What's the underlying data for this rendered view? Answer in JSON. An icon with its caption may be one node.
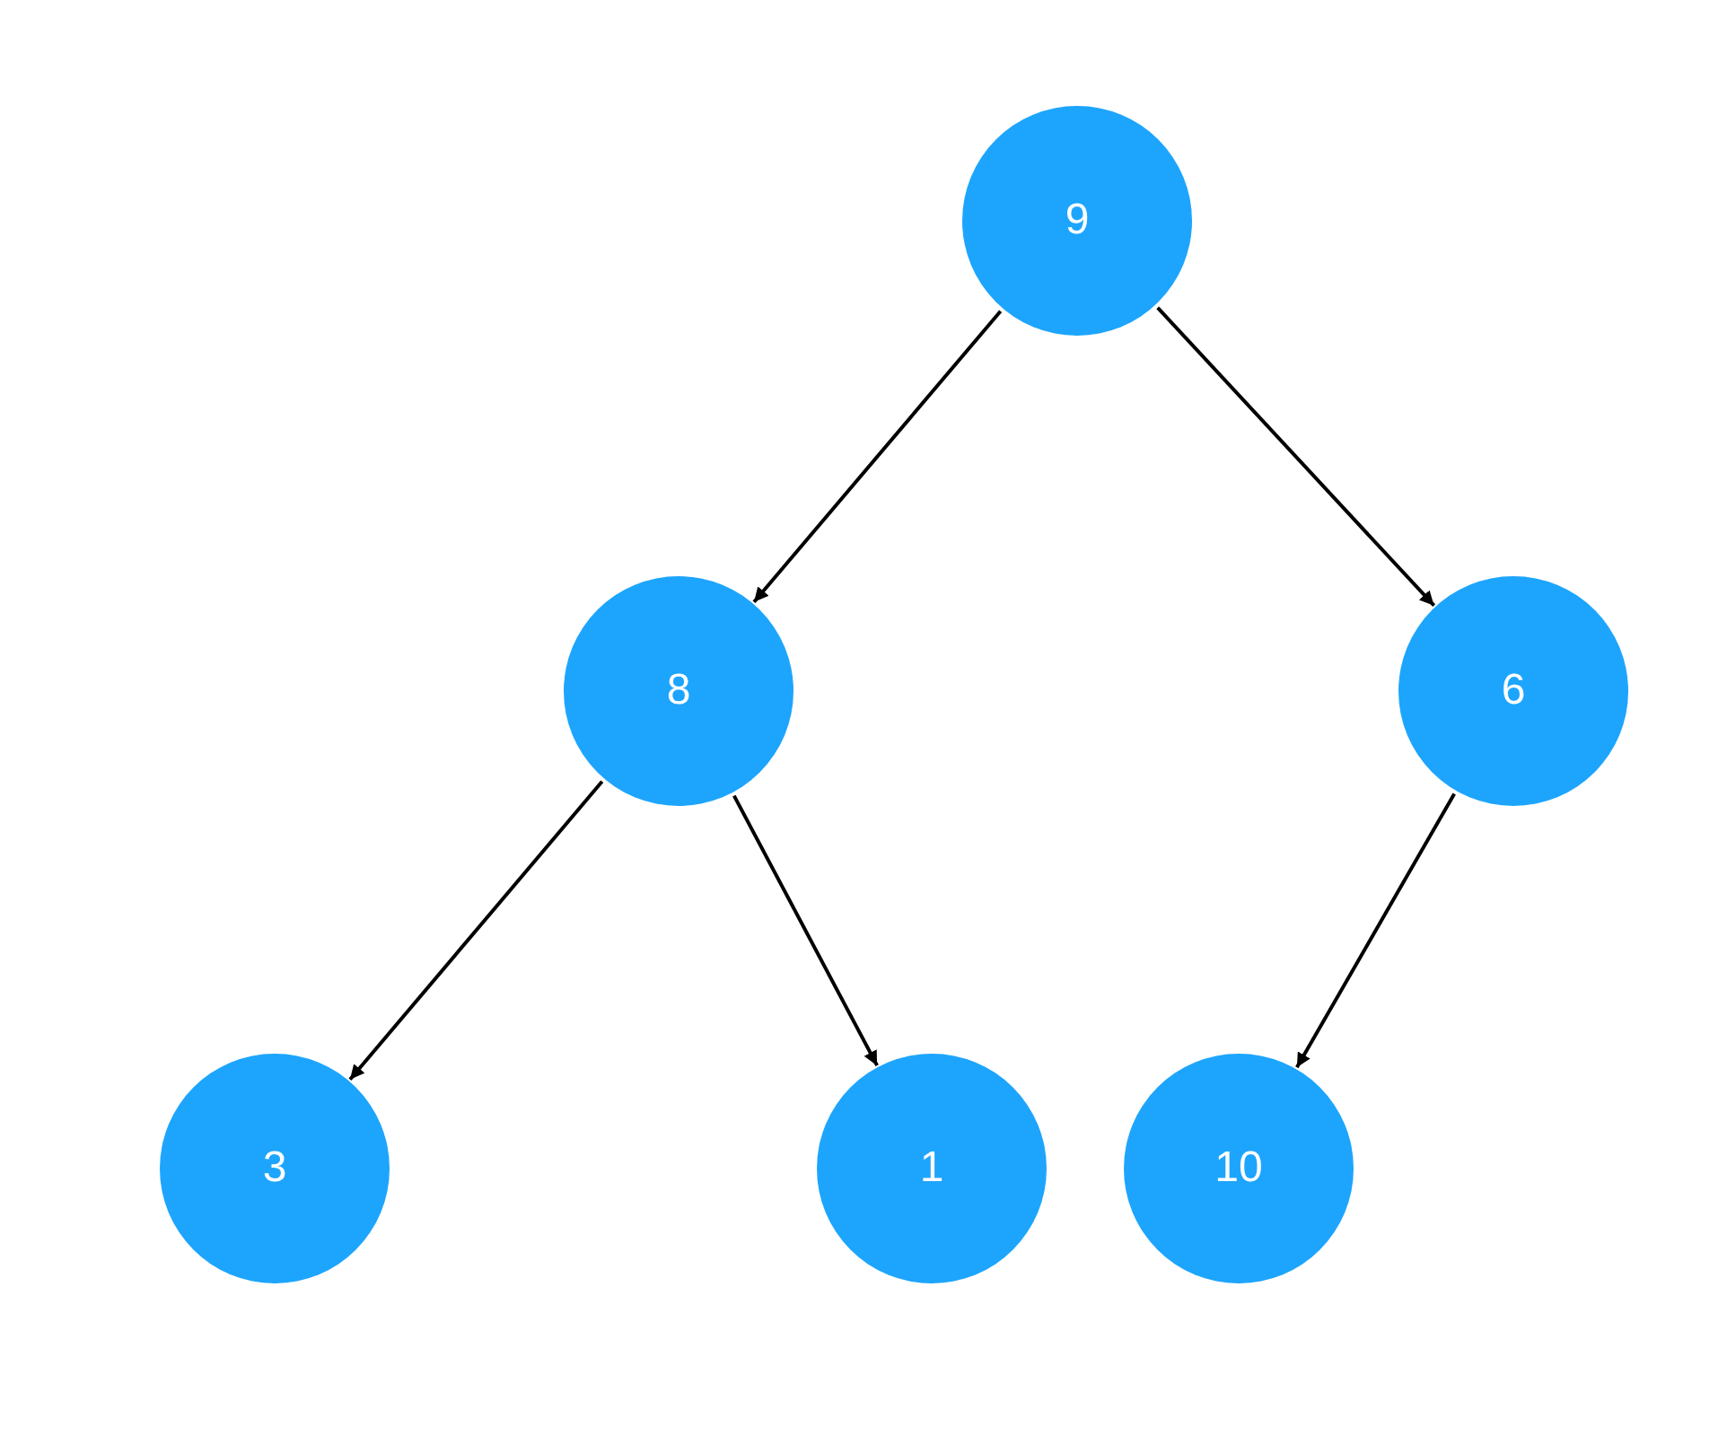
{
  "diagram": {
    "nodes": [
      {
        "text": [
          "9"
        ]
      },
      {
        "text": [
          "8"
        ]
      },
      {
        "text": [
          "6"
        ]
      },
      {
        "text": [
          "3"
        ]
      },
      {
        "text": [
          "1"
        ]
      },
      {
        "text": [
          "10"
        ]
      }
    ],
    "edges": [
      {
        "from": 0,
        "to": 1,
        "arrow": "to"
      },
      {
        "from": 0,
        "to": 2,
        "arrow": "to"
      },
      {
        "from": 1,
        "to": 3,
        "arrow": "to"
      },
      {
        "from": 1,
        "to": 4,
        "arrow": "to"
      },
      {
        "from": 2,
        "to": 5,
        "arrow": "to"
      }
    ]
  }
}
